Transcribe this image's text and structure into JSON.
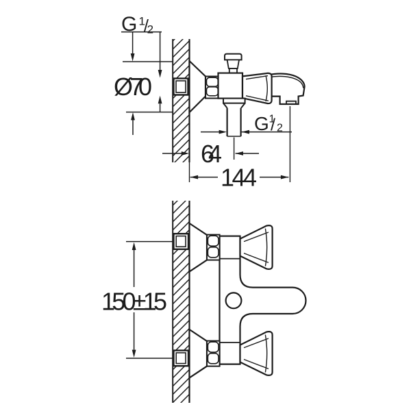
{
  "colors": {
    "line": "#1c1c1c",
    "background": "#ffffff"
  },
  "side_view": {
    "dim_wall_thread": {
      "g": "G",
      "num": "1",
      "slash": "/",
      "den": "2"
    },
    "dim_escutcheon": "Ø 70",
    "dim_outlet_thread": {
      "g": "G",
      "num": "1",
      "slash": "/",
      "den": "2"
    },
    "dim_outlet_distance": "64",
    "dim_reach": "144"
  },
  "front_view": {
    "dim_spacing": "150±15"
  }
}
